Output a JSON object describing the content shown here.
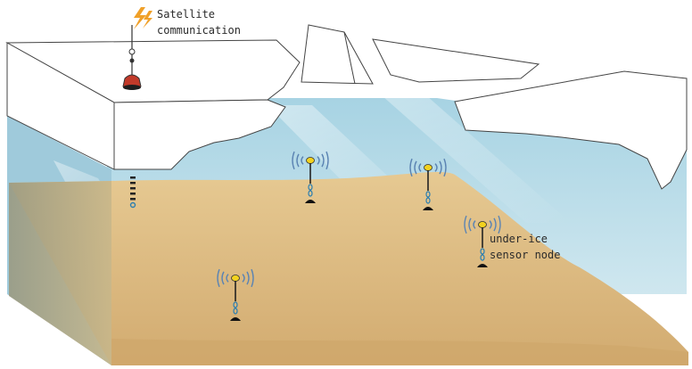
{
  "labels": {
    "satellite_line1": "Satellite",
    "satellite_line2": "communication",
    "node_line1": "under-ice",
    "node_line2": "sensor node"
  },
  "colors": {
    "water_surface": "#9fcfe0",
    "water_deep": "#bfe0ec",
    "sand_light": "#e3c58e",
    "sand_dark": "#c89f63",
    "ice": "#ffffff",
    "ice_edge": "#444444",
    "node_head": "#f2d21f",
    "buoy": "#c23a2a",
    "signal": "#5b84b3",
    "lightning": "#f0a028"
  },
  "icons": [
    "satellite-buoy",
    "lightning-icon",
    "signal-wave-icon",
    "sensor-node",
    "anchor-chain"
  ],
  "sensor_nodes": [
    {
      "id": "node-1"
    },
    {
      "id": "node-2"
    },
    {
      "id": "node-3"
    },
    {
      "id": "node-4"
    }
  ]
}
